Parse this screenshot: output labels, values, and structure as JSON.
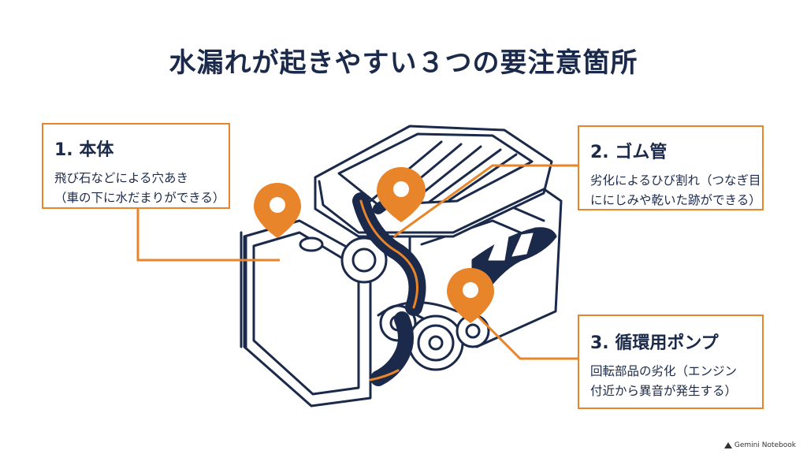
{
  "title": "水漏れが起きやすい３つの要注意箇所",
  "callouts": [
    {
      "title": "1. 本体",
      "lines": [
        "飛び石などによる穴あき",
        "（車の下に水だまりができる）"
      ]
    },
    {
      "title": "2. ゴム管",
      "lines": [
        "劣化によるひび割れ（つなぎ目",
        "ににじみや乾いた跡ができる）"
      ]
    },
    {
      "title": "3. 循環用ポンプ",
      "lines": [
        "回転部品の劣化（エンジン",
        "付近から異音が発生する）"
      ]
    }
  ],
  "watermark": "Gemini Notebook",
  "colors": {
    "navy": "#1b2a4a",
    "orange": "#e8842a",
    "white": "#ffffff"
  }
}
